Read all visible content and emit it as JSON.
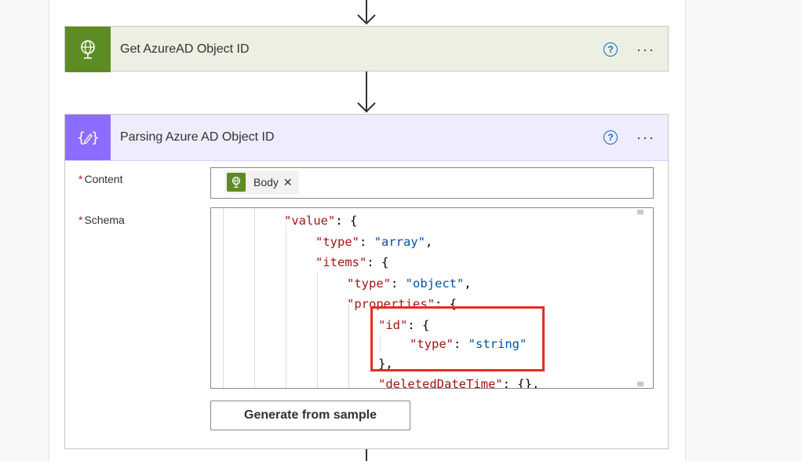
{
  "steps": [
    {
      "title": "Get AzureAD Object ID",
      "icon": "globe-icon",
      "header_color": "#ebf0e3",
      "icon_bg": "#5e8c24"
    },
    {
      "title": "Parsing Azure AD Object ID",
      "icon": "data-operation-icon",
      "header_color": "#f0ecfe",
      "icon_bg": "#8c6cff"
    }
  ],
  "help_label": "?",
  "more_label": "···",
  "form": {
    "content_label": "Content",
    "schema_label": "Schema",
    "required_marker": "*",
    "content_token": {
      "label": "Body",
      "remove": "✕"
    },
    "schema_lines": [
      {
        "key": "\"value\"",
        "rest": ": {"
      },
      {
        "key": "\"type\"",
        "rest": ": ",
        "str": "\"array\"",
        "tail": ","
      },
      {
        "key": "\"items\"",
        "rest": ": {"
      },
      {
        "key": "\"type\"",
        "rest": ": ",
        "str": "\"object\"",
        "tail": ","
      },
      {
        "key": "\"properties\"",
        "rest": ": {"
      },
      {
        "key": "\"id\"",
        "rest": ": {"
      },
      {
        "key": "\"type\"",
        "rest": ": ",
        "str": "\"string\""
      },
      {
        "punct": "},"
      },
      {
        "key": "\"deletedDateTime\"",
        "rest": ": {},"
      }
    ],
    "generate_button": "Generate from sample"
  },
  "colors": {
    "accent": "#0f6cbd",
    "highlight": "#e0301e",
    "required": "#a4262c"
  }
}
